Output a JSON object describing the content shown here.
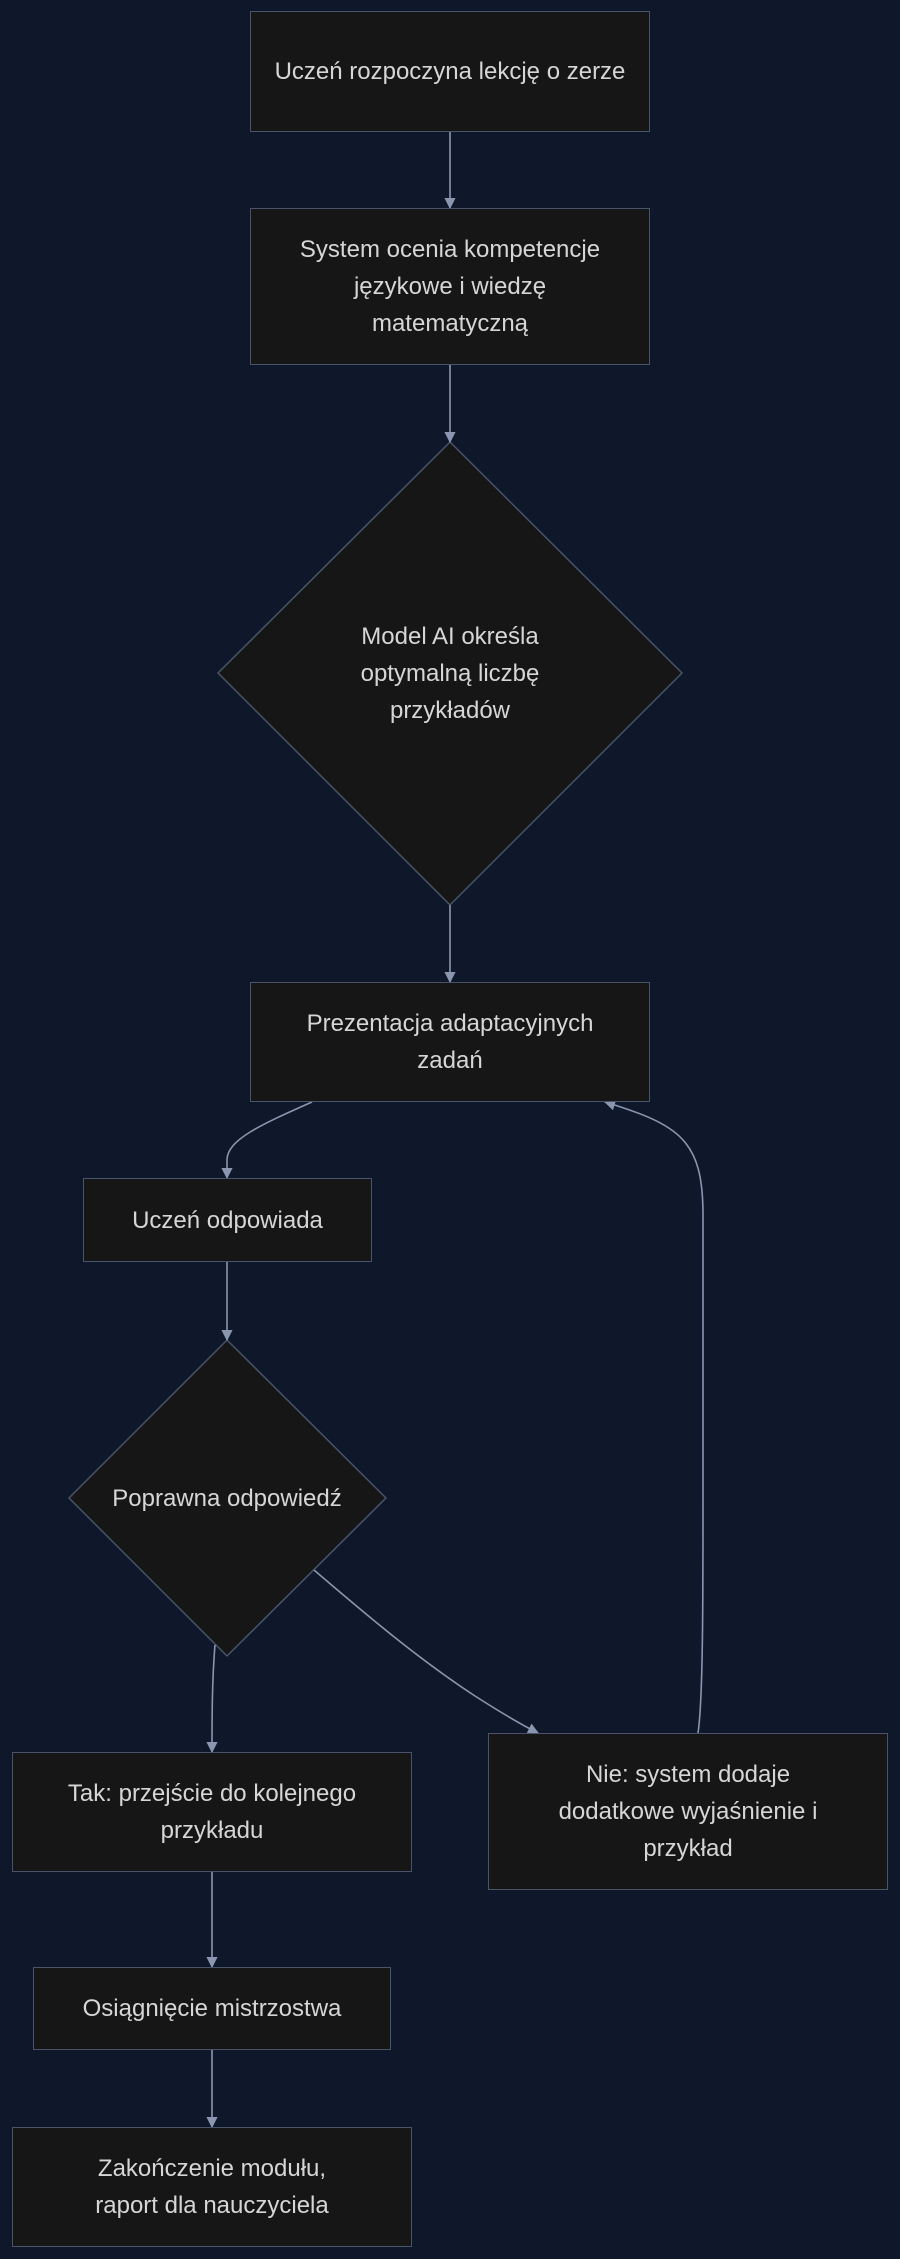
{
  "diagram": {
    "nodes": {
      "start": "Uczeń rozpoczyna lekcję o zerze",
      "assess": "System ocenia kompetencje językowe i wiedzę matematyczną",
      "ai_decide": "Model AI określa optymalną liczbę przykładów",
      "present": "Prezentacja adaptacyjnych zadań",
      "answer": "Uczeń odpowiada",
      "correct": "Poprawna odpowiedź",
      "yes": "Tak: przejście do kolejnego przykładu",
      "no": "Nie: system dodaje dodatkowe wyjaśnienie i przykład",
      "mastery": "Osiągnięcie mistrzostwa",
      "end": "Zakończenie modułu, raport dla nauczyciela"
    },
    "colors": {
      "background": "#0f172a",
      "node_fill": "#161616",
      "node_border": "#48546a",
      "edge": "#8a96b0",
      "text": "#d6d6d6"
    }
  }
}
